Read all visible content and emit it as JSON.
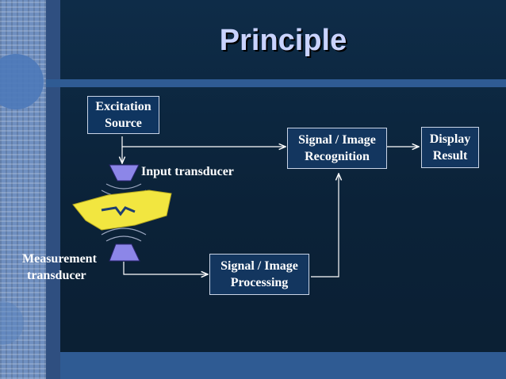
{
  "slide": {
    "title": "Principle",
    "boxes": {
      "excitation_source": "Excitation Source",
      "recognition": "Signal / Image Recognition",
      "display": "Display Result",
      "processing": "Signal / Image Processing"
    },
    "labels": {
      "input_transducer": "Input transducer",
      "measurement_line1": "Measurement",
      "measurement_line2": "transducer"
    },
    "colors": {
      "background": "#0c2740",
      "title": "#c9d3ff",
      "transducer_fill": "#8c86e8",
      "sample_fill": "#f2e640"
    }
  }
}
